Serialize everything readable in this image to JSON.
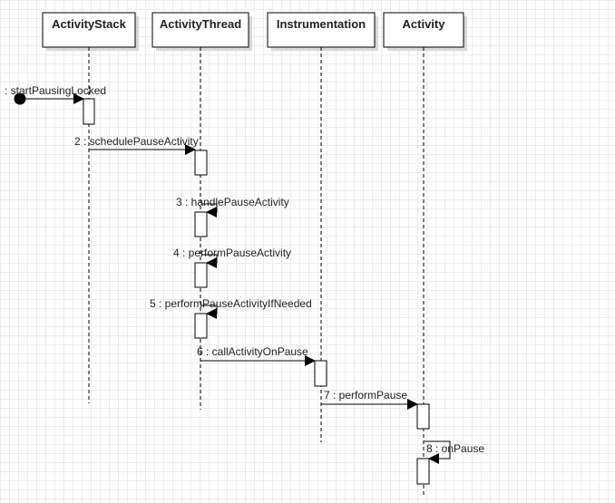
{
  "participants": [
    {
      "id": "activity-stack",
      "name": "ActivityStack"
    },
    {
      "id": "activity-thread",
      "name": "ActivityThread"
    },
    {
      "id": "instrumentation",
      "name": "Instrumentation"
    },
    {
      "id": "activity",
      "name": "Activity"
    }
  ],
  "messages": [
    {
      "label": ": startPausingLocked"
    },
    {
      "label": "2 : schedulePauseActivity"
    },
    {
      "label": "3 : handlePauseActivity"
    },
    {
      "label": "4 : performPauseActivity"
    },
    {
      "label": "5 : performPauseActivityIfNeeded"
    },
    {
      "label": "6 : callActivityOnPause"
    },
    {
      "label": "7 : performPause"
    },
    {
      "label": "8 : onPause"
    }
  ]
}
